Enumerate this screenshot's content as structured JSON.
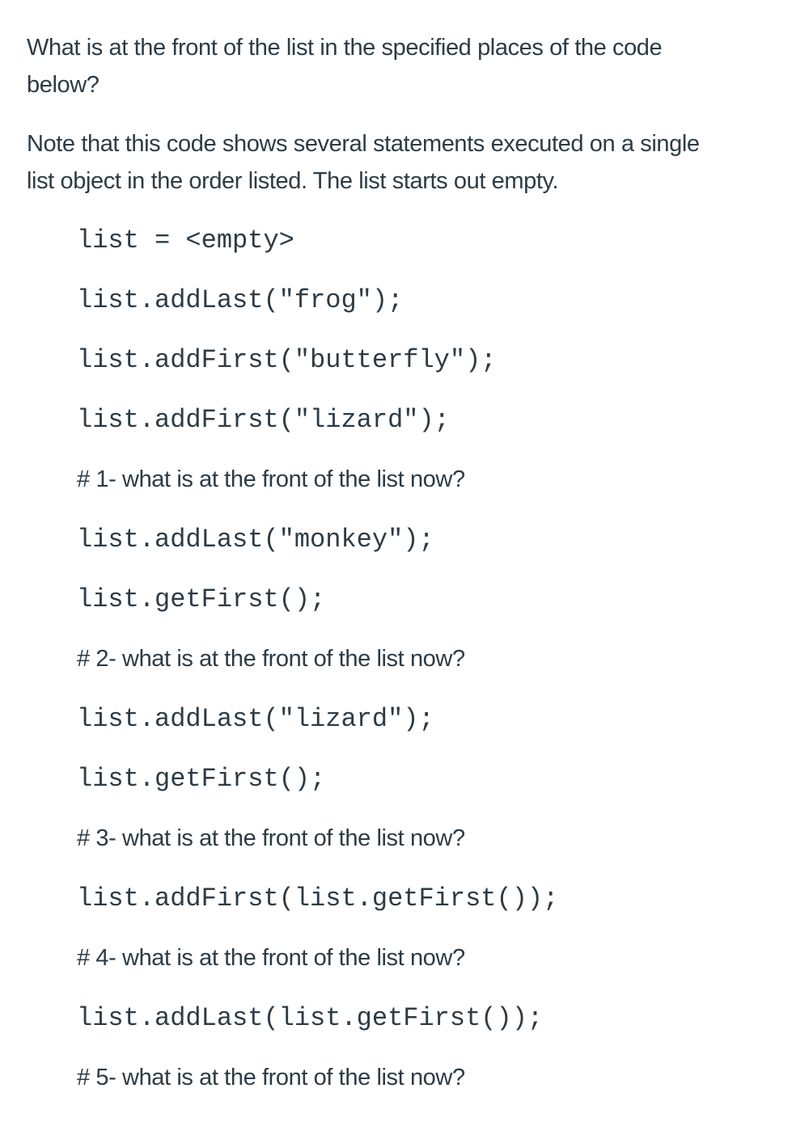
{
  "page": {
    "background": "#ffffff",
    "text_color": "#2d3b45",
    "code_color": "#2d3b45"
  },
  "question": {
    "intro_paragraphs": [
      {
        "lines": [
          "What is at the front of the list in the specified places of the code",
          "below?"
        ]
      },
      {
        "lines": [
          "Note that this code shows several statements executed on a single",
          "list object in the order listed. The list starts out empty."
        ]
      }
    ],
    "body_lines": [
      {
        "type": "code",
        "text": "list = <empty>"
      },
      {
        "type": "code",
        "text": "list.addLast(\"frog\");"
      },
      {
        "type": "code",
        "text": "list.addFirst(\"butterfly\");"
      },
      {
        "type": "code",
        "text": "list.addFirst(\"lizard\");"
      },
      {
        "type": "question",
        "text": "# 1- what is at the front of the list now?"
      },
      {
        "type": "code",
        "text": "list.addLast(\"monkey\");"
      },
      {
        "type": "code",
        "text": "list.getFirst();"
      },
      {
        "type": "question",
        "text": "# 2- what is at the front of the list now?"
      },
      {
        "type": "code",
        "text": "list.addLast(\"lizard\");"
      },
      {
        "type": "code",
        "text": "list.getFirst();"
      },
      {
        "type": "question",
        "text": "# 3- what is at the front of the list now?"
      },
      {
        "type": "code",
        "text": "list.addFirst(list.getFirst());"
      },
      {
        "type": "question",
        "text": "# 4- what is at the front of the list now?"
      },
      {
        "type": "code",
        "text": "list.addLast(list.getFirst());"
      },
      {
        "type": "question",
        "text": "# 5- what is at the front of the list now?"
      }
    ]
  }
}
